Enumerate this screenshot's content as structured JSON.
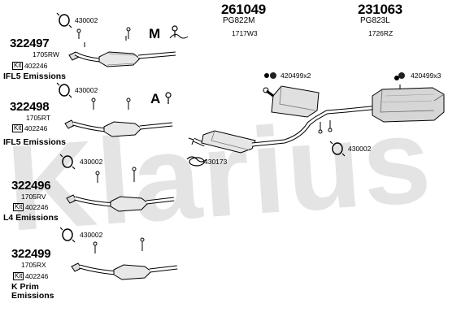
{
  "watermark": "Klarius",
  "top_parts": [
    {
      "code": "261049",
      "model": "PG822M",
      "ref": "1717W3"
    },
    {
      "code": "231063",
      "model": "PG823L",
      "ref": "1726RZ"
    }
  ],
  "middle_parts": [
    {
      "code": "420499x2"
    },
    {
      "code": "420499x3"
    },
    {
      "code": "430002"
    },
    {
      "code": "430173"
    }
  ],
  "kit_label": "Kit",
  "variants": [
    {
      "code": "322497",
      "ref": "1705RW",
      "kit": "402246",
      "clamp": "430002",
      "emissions": "IFL5 Emissions",
      "badge": "M"
    },
    {
      "code": "322498",
      "ref": "1705RT",
      "kit": "402246",
      "clamp": "430002",
      "emissions": "IFL5 Emissions",
      "badge": "A"
    },
    {
      "code": "322496",
      "ref": "1705RV",
      "kit": "402246",
      "clamp": "430002",
      "emissions": "L4 Emissions",
      "badge": ""
    },
    {
      "code": "322499",
      "ref": "1705RX",
      "kit": "402246",
      "clamp": "430002",
      "emissions": "K Prim Emissions",
      "badge": ""
    }
  ]
}
